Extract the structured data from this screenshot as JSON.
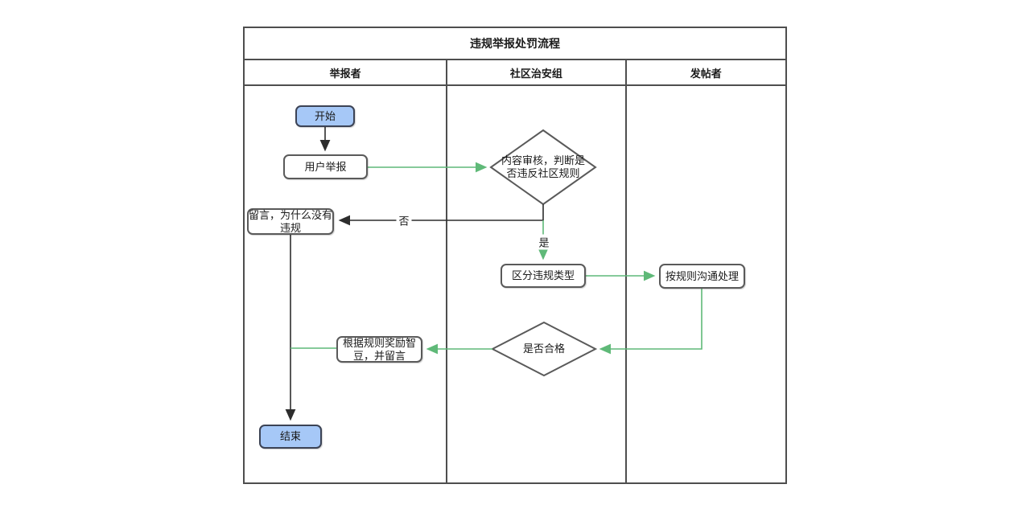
{
  "title": "违规举报处罚流程",
  "lanes": [
    {
      "label": "举报者"
    },
    {
      "label": "社区治安组"
    },
    {
      "label": "发帖者"
    }
  ],
  "nodes": {
    "start": {
      "label": "开始",
      "type": "terminal"
    },
    "user_report": {
      "label": "用户举报",
      "type": "process"
    },
    "review_decision": {
      "label": "内容审核，判断是否违反社区规则",
      "type": "decision"
    },
    "no_violation_reply": {
      "label": "留言，为什么没有违规",
      "type": "process"
    },
    "classify_violation": {
      "label": "区分违规类型",
      "type": "process"
    },
    "communicate_handle": {
      "label": "按规则沟通处理",
      "type": "process"
    },
    "qualified_decision": {
      "label": "是否合格",
      "type": "decision"
    },
    "reward_and_reply": {
      "label": "根据规则奖励智豆，并留言",
      "type": "process"
    },
    "end": {
      "label": "结束",
      "type": "terminal"
    }
  },
  "edge_labels": {
    "no": "否",
    "yes": "是"
  },
  "colors": {
    "terminal_fill": "#a6c8f7",
    "connector_green": "#5fb978",
    "connector_black": "#2d2d2d",
    "frame_gray": "#4e4e4e"
  }
}
